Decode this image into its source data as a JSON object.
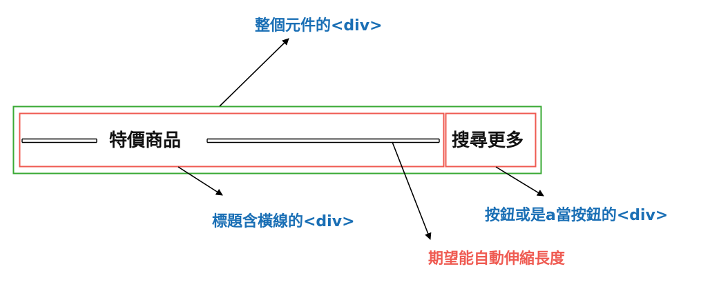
{
  "labels": {
    "whole_div": "整個元件的<div>",
    "title_div": "標題含橫線的<div>",
    "button_div": "按鈕或是a當按鈕的<div>",
    "auto_stretch": "期望能自動伸縮長度"
  },
  "component": {
    "title_text": "特價商品",
    "button_text": "搜尋更多"
  },
  "colors": {
    "outer_border": "#3aaa35",
    "inner_border": "#ef5b52",
    "label_blue": "#1a6fb5",
    "label_red": "#ef5b52",
    "arrow": "#000000"
  }
}
